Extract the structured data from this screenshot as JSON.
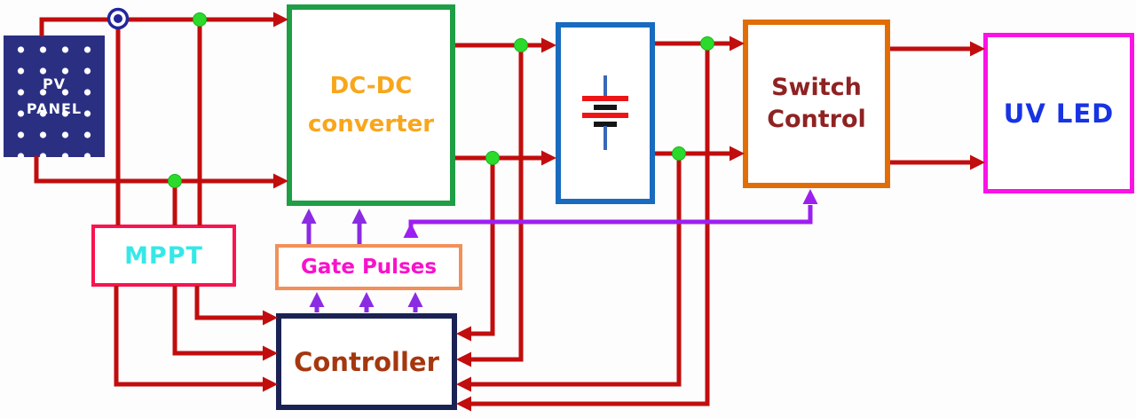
{
  "blocks": {
    "pv_panel": {
      "label": "PV\nPANEL",
      "fill": "#2a2f82",
      "text_color": "#ffffff",
      "decoration": "white-dot-grid"
    },
    "mppt": {
      "label": "MPPT",
      "border_color": "#f9134f",
      "text_color": "#35e8e8"
    },
    "dcdc": {
      "label": "DC-DC\nconverter",
      "border_color": "#1e9e45",
      "text_color": "#f8a61c"
    },
    "gate_pulses": {
      "label": "Gate Pulses",
      "border_color": "#f29059",
      "text_color": "#f911cb"
    },
    "controller": {
      "label": "Controller",
      "border_color": "#1a2254",
      "text_color": "#a5370f"
    },
    "battery": {
      "label": "",
      "border_color": "#186bbe",
      "symbol": "battery-cells-icon"
    },
    "switch_control": {
      "label": "Switch\nControl",
      "border_color": "#e06d05",
      "text_color": "#8f2222"
    },
    "uv_led": {
      "label": "UV LED",
      "border_color": "#fb12e5",
      "text_color": "#1733e3"
    }
  },
  "connections": [
    {
      "from": "pv_panel",
      "to": "dcdc",
      "route": "top rail",
      "color": "dark-red",
      "junctions": [
        "ring-node",
        "green-dot"
      ]
    },
    {
      "from": "pv_panel",
      "to": "dcdc",
      "route": "bottom rail",
      "color": "dark-red",
      "junctions": [
        "green-dot"
      ]
    },
    {
      "from": "pv_panel",
      "to": "mppt",
      "count": 3,
      "color": "dark-red"
    },
    {
      "from": "mppt",
      "to": "controller",
      "count": 3,
      "color": "dark-red"
    },
    {
      "from": "dcdc",
      "to": "battery",
      "count": 2,
      "color": "dark-red"
    },
    {
      "from": "dcdc",
      "to": "controller",
      "count": 2,
      "color": "dark-red",
      "type": "feedback"
    },
    {
      "from": "battery",
      "to": "switch_control",
      "count": 2,
      "color": "dark-red"
    },
    {
      "from": "battery",
      "to": "controller",
      "count": 2,
      "color": "dark-red",
      "type": "feedback"
    },
    {
      "from": "switch_control",
      "to": "uv_led",
      "count": 2,
      "color": "dark-red"
    },
    {
      "from": "controller",
      "to": "gate_pulses",
      "count": 3,
      "color": "purple"
    },
    {
      "from": "gate_pulses",
      "to": "dcdc",
      "count": 2,
      "color": "purple"
    },
    {
      "from": "gate_pulses",
      "to": "switch_control",
      "count": 1,
      "color": "purple"
    }
  ],
  "colors": {
    "wire_red": "#c10d0d",
    "junction_green": "#2bdb2b",
    "purple_arrow": "#8b2be2",
    "purple_link": "#9d1ff0",
    "node_ring_navy": "#23269b",
    "battery_plate_red": "#ee1414",
    "battery_plate_black": "#151515",
    "battery_lead_blue": "#3a68b8"
  }
}
